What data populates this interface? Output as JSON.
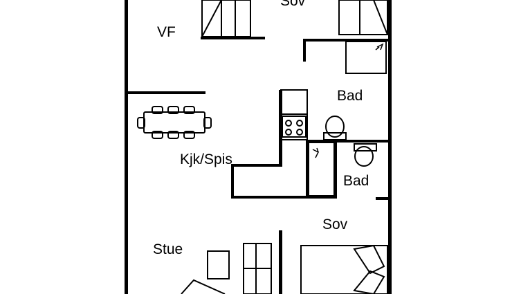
{
  "plan": {
    "rooms": [
      {
        "id": "vf",
        "label": "VF"
      },
      {
        "id": "sov-top",
        "label": "Sov"
      },
      {
        "id": "bad-1",
        "label": "Bad"
      },
      {
        "id": "kjk-spis",
        "label": "Kjk/Spis"
      },
      {
        "id": "bad-2",
        "label": "Bad"
      },
      {
        "id": "sov-bottom",
        "label": "Sov"
      },
      {
        "id": "stue",
        "label": "Stue"
      }
    ]
  }
}
